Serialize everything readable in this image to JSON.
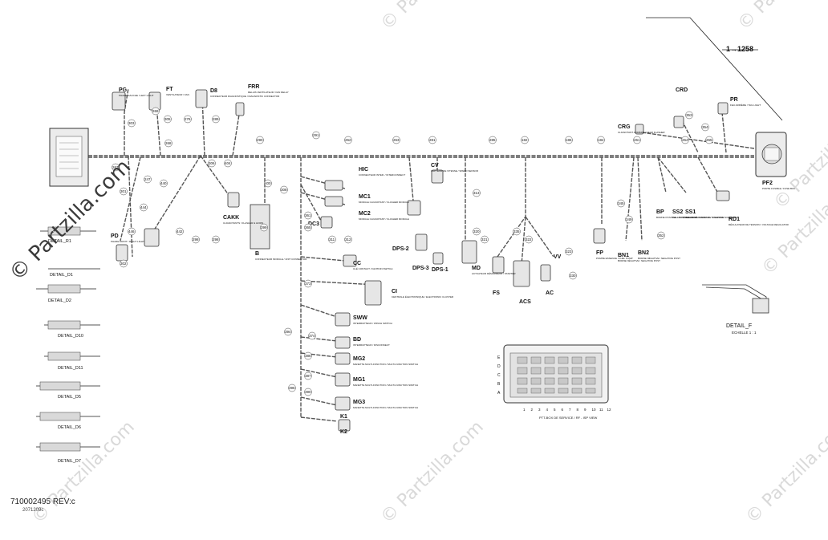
{
  "document": {
    "reference": "710002495 REV:c",
    "sub_reference": "2071209c",
    "ref_callout": "1→1258",
    "watermark": "© Partzilla.com",
    "watermark_small": "© Partzilla.com"
  },
  "connectors": [
    {
      "id": "FT",
      "desc": "VENTILATEUR / FAN"
    },
    {
      "id": "D8",
      "desc": "CONNECTEUR DIAGNOSTIQUE / DIAGNOSTIC CONNECTOR"
    },
    {
      "id": "FRR",
      "desc": "RELAIS VENTILATEUR / FAN RELAY"
    },
    {
      "id": "HIC",
      "desc": "CONNECTEUR INTER. / INTERCONNECT"
    },
    {
      "id": "MC1",
      "desc": "MODULE CLIGNOTANT / FLASHER MODULE"
    },
    {
      "id": "MC2",
      "desc": "MODULE CLIGNOTANT / FLASHER MODULE"
    },
    {
      "id": "CV",
      "desc": "CAPTEUR DE VITESSE / SPEED SENSOR"
    },
    {
      "id": "DC3",
      "desc": ""
    },
    {
      "id": "CC",
      "desc": "CLÉ CONTACT / IGNITION SWITCH"
    },
    {
      "id": "DPS-2",
      "desc": ""
    },
    {
      "id": "DPS-3",
      "desc": ""
    },
    {
      "id": "DPS-1",
      "desc": ""
    },
    {
      "id": "MD",
      "desc": "ACTUATEUR DÉMARREUR / STARTER"
    },
    {
      "id": "CI",
      "desc": "CENTRALE ÉLECTRONIQUE / ELECTRONIC CLUSTER"
    },
    {
      "id": "SWW",
      "desc": "INTERRUPTEUR / WINCH SWITCH"
    },
    {
      "id": "BD",
      "desc": "INTERRUPTEUR / DISCONNECT"
    },
    {
      "id": "MG2",
      "desc": "MANETTE MULTI-FONCTION / MULTI-FUNCTION SWITCH"
    },
    {
      "id": "MG1",
      "desc": "MANETTE MULTI-FONCTION / MULTI-FUNCTION SWITCH"
    },
    {
      "id": "MG3",
      "desc": "MANETTE MULTI-FONCTION / MULTI-FUNCTION SWITCH"
    },
    {
      "id": "PD",
      "desc": "PHARE DROIT / RIGHT LIGHT"
    },
    {
      "id": "PG",
      "desc": "PHARE GAUCHE / LEFT LIGHT"
    },
    {
      "id": "CAKK",
      "desc": "CLIGNOTANTS / FLASHER & HORN"
    },
    {
      "id": "B",
      "desc": "CONNECTEUR MODULE / UNIT CONNECTOR"
    },
    {
      "id": "FP",
      "desc": "POMPE ESSENCE / FUEL PUMP"
    },
    {
      "id": "BN1",
      "desc": "BORNE NÉGATIVE / NEGATIVE POST"
    },
    {
      "id": "BN2",
      "desc": "BORNE NÉGATIVE / NEGATIVE POST"
    },
    {
      "id": "BP",
      "desc": "BORNE POSITIVE / POSITIVE POST"
    },
    {
      "id": "SS2",
      "desc": "RELAIS DÉMARREUR / STARTING SOLENOID"
    },
    {
      "id": "SS1",
      "desc": "RELAIS DÉMARREUR / STARTING SOLENOID"
    },
    {
      "id": "RD1",
      "desc": "RÉGULATEUR DE TENSION / VOLTAGE REGULATOR"
    },
    {
      "id": "PF2",
      "desc": "PORTE FUSIBLE / FUSE BOX"
    },
    {
      "id": "CRD",
      "desc": ""
    },
    {
      "id": "CRG",
      "desc": "CLIGNOTANT ARRIÈRE / REAR FLASHER"
    },
    {
      "id": "PR",
      "desc": "FEU ARRIÈRE / TAIL LIGHT"
    },
    {
      "id": "FS",
      "desc": ""
    },
    {
      "id": "ACS",
      "desc": ""
    },
    {
      "id": "AC",
      "desc": ""
    },
    {
      "id": "VV",
      "desc": ""
    },
    {
      "id": "K1",
      "desc": ""
    },
    {
      "id": "K2",
      "desc": ""
    }
  ],
  "details": [
    {
      "label": "DETAIL_R1"
    },
    {
      "label": "DETAIL_D1"
    },
    {
      "label": "DETAIL_D2"
    },
    {
      "label": "DETAIL_D10"
    },
    {
      "label": "DETAIL_D11"
    },
    {
      "label": "DETAIL_D5"
    },
    {
      "label": "DETAIL_D6"
    },
    {
      "label": "DETAIL_D7"
    }
  ],
  "detail_f": {
    "title": "DETAIL_F",
    "scale": "ECHELLE 1 : 1"
  },
  "ecu_view": {
    "caption": "PTT-BOX DE SERVICE / RF - ISP VIEW",
    "rows": [
      "E",
      "D",
      "C",
      "B",
      "A"
    ],
    "cols": [
      "1",
      "2",
      "3",
      "4",
      "5",
      "6",
      "7",
      "8",
      "9",
      "10",
      "11",
      "12"
    ]
  },
  "wire_numbers": [
    "268",
    "247",
    "267",
    "269",
    "276",
    "289",
    "290",
    "291",
    "262",
    "263",
    "281",
    "285",
    "182",
    "186",
    "184",
    "261",
    "264",
    "265",
    "298",
    "298",
    "301",
    "302",
    "303",
    "305",
    "306",
    "308",
    "311",
    "312",
    "313",
    "320",
    "321",
    "322",
    "323",
    "330",
    "335",
    "345",
    "349",
    "352",
    "353",
    "354",
    "361",
    "365",
    "373",
    "374",
    "386",
    "387",
    "390",
    "394",
    "396",
    "399",
    "400",
    "404",
    "440",
    "442",
    "444",
    "446"
  ]
}
